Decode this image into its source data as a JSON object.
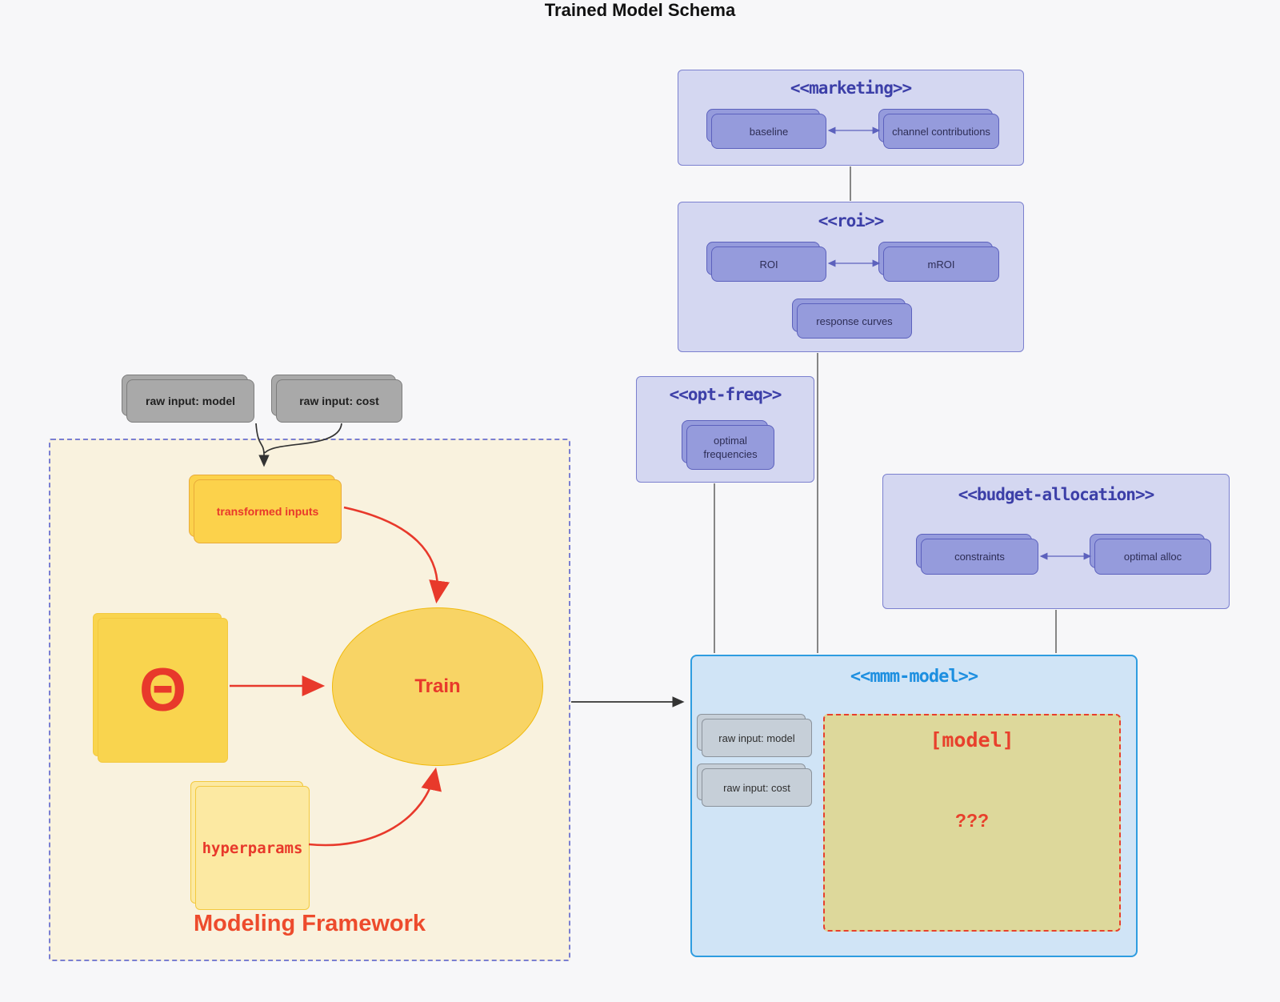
{
  "page": {
    "title": "Trained Model Schema"
  },
  "external_inputs": {
    "raw_model": "raw input: model",
    "raw_cost": "raw input: cost"
  },
  "marketing": {
    "title": "<<marketing>>",
    "baseline": "baseline",
    "channel": "channel contributions"
  },
  "roi": {
    "title": "<<roi>>",
    "roi": "ROI",
    "mroi": "mROI",
    "response": "response curves"
  },
  "optfreq": {
    "title": "<<opt-freq>>",
    "optimal": "optimal frequencies"
  },
  "budget": {
    "title": "<<budget-allocation>>",
    "constraints": "constraints",
    "alloc": "optimal alloc"
  },
  "mmm": {
    "title": "<<mmm-model>>",
    "raw_model": "raw input: model",
    "raw_cost": "raw input: cost",
    "model_label": "[model]",
    "model_placeholder": "???"
  },
  "framework": {
    "label": "Modeling Framework",
    "transformed": "transformed inputs",
    "theta": "Θ",
    "train": "Train",
    "hyperparams": "hyperparams"
  },
  "colors": {
    "background": "#f7f7f9",
    "lavender_fill": "#d4d7f1",
    "lavender_border": "#7b80cf",
    "purple_node_fill": "#959bdc",
    "purple_node_border": "#5c61bd",
    "class_title_text": "#3c3fa8",
    "mmm_fill": "#d0e4f6",
    "mmm_border": "#2e9ce0",
    "mmm_title_text": "#1d8fe0",
    "gray_node_fill": "#a9a9a9",
    "grayblue_node_fill": "#c6cfd8",
    "cream_fill": "#f9f2de",
    "framework_border": "#7a7fd2",
    "yellow_fill": "#fcd24b",
    "yellow_light_fill": "#fce9a2",
    "khaki_fill": "#ddd89b",
    "red_accent": "#e8392b",
    "black_line": "#333333",
    "gray_line": "#555555"
  }
}
